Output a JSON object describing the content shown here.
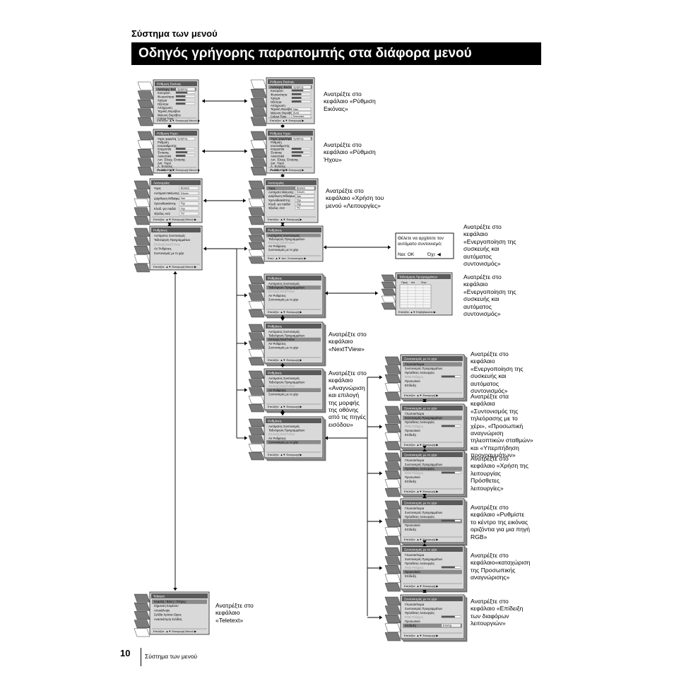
{
  "header": {
    "section": "Σύστημα των μενού",
    "title": "Οδηγός γρήγορης παραπομπής στα διάφορα μενού"
  },
  "footer": {
    "page_number": "10",
    "section": "Σύστημα των μενού"
  },
  "notes": {
    "picture": [
      "Ανατρέξτε στο",
      "κεφάλαιο «Ρύθμιση",
      "Εικόνας»"
    ],
    "sound": [
      "Ανατρέξτε στο",
      "κεφάλαιο «Ρύθμιση",
      "Ήχου»"
    ],
    "features": [
      "Ανατρέξτε στο",
      "κεφάλαιο «Χρήση του",
      "μενού «Λειτουργίες»"
    ],
    "autotune_prompt": [
      "Ανατρέξτε στο",
      "κεφάλαιο",
      "«Ενεργοποίηση της",
      "συσκευής και",
      "αυτόματος",
      "συντονισμός»"
    ],
    "programme_sort": [
      "Ανατρέξτε στο",
      "κεφάλαιο",
      "«Ενεργοποίηση της",
      "συσκευής και",
      "αυτόματος",
      "συντονισμός»"
    ],
    "nexttview": [
      "Ανατρέξτε στο",
      "κεφάλαιο",
      "«NextTView»"
    ],
    "av_labels": [
      "Ανατρέξτε στο",
      "κεφάλαιο",
      "«Αναγνώριση",
      "και επιλογή",
      "της μορφής",
      "της οθόνης",
      "από τις πηγές",
      "εισόδου»"
    ],
    "language": [
      "Ανατρέξτε στο",
      "κεφάλαιο",
      "«Ενεργοποίηση της",
      "συσκευής και",
      "αυτόματος",
      "συντονισμός»"
    ],
    "manual_tuning": [
      "Ανατρέξτε στα",
      "κεφάλαια",
      "«Συντονισμός της",
      "τηλεόρασης με το",
      "χέρι», «Προσωπική",
      "αναγνώριση",
      "τηλεοπτικών σταθμών»",
      "και «Υπερπήδηση",
      "προγραμμάτων»"
    ],
    "extra_features": [
      "Ανατρέξτε στο",
      "κεφάλαιο «Χρήση της",
      "λειτουργίας",
      "Πρόσθετες",
      "λειτουργίες»"
    ],
    "rgb_centre": [
      "Ανατρέξτε στο",
      "κεφάλαιο «Ρυθμίστε",
      "το κέντρο της εικόνας",
      "οριζόντια για μια πηγή",
      "RGB»"
    ],
    "parental_lock": [
      "Ανατρέξτε στο",
      "κεφάλαιο«καταχώριση",
      "της Προσωπικής",
      "αναγνώρισης»"
    ],
    "demo": [
      "Ανατρέξτε στο",
      "κεφάλαιο «Επίδειξη",
      "των διαφόρων",
      "λειτουργιών»"
    ],
    "teletext": [
      "Ανατρέξτε στο",
      "κεφάλαιο",
      "«Teletext»"
    ]
  },
  "dialog": {
    "question": [
      "Θέλετε να αρχίσετε τον",
      "αυτόματο συντονισμό;"
    ],
    "yes": "Ναι: OK",
    "no": "Όχι: ◀"
  },
  "menus": {
    "picture": {
      "title": "Ρύθμιση Εικόνας",
      "items": [
        "Λειτουργ. Εικόνας",
        "Κοντράστ",
        "Φωτεινότητα",
        "Χρώμα",
        "Οξύτητα",
        "Απόχρωση",
        "Τεχνική Θορύβου",
        "Μείωση Θορύβου",
        "Colour Tone"
      ],
      "left_value": "Χρήστης",
      "right_value": "Χρήστης",
      "extra_values": [
        "Nao",
        "Αυτό",
        "Κανονικό"
      ]
    },
    "sound": {
      "title": "Ρύθμιση Ήχου",
      "items": [
        "Ήχος χαμηλόμενος",
        "Ρύθμιση",
        "Ισοσταθμιστής",
        "Ισορροπία",
        "Έντασης",
        "Ακουστικά",
        "Αυτ. Έλεγχ. Έντασης",
        "Διπ. Ήχου",
        "Λ. Έντασης",
        "Λ. Διπ. Ήχου"
      ],
      "left_value": "Χρήστης",
      "right_value": "Χρήστης"
    },
    "features": {
      "title": "Λειτουργίες",
      "items": [
        "Ήχος",
        "Αυτόματο Μείωσης",
        "Διόρθωση Μ/διάφωσ",
        "Χρονοδιακόπτης",
        "Κλειδ. για παιδιά",
        "Έξοδος AV2"
      ],
      "values": [
        "Βασικό",
        "Κλειστ.",
        "Ναι",
        "Όχι",
        "Όχι",
        "TV"
      ]
    },
    "setup": {
      "title": "Ρυθμίσεις",
      "items": [
        "Αυτόματος Συντονισμός",
        "Ταξινόμηση Προγραμμάτων",
        "Επιλογή NextTView",
        "AV Ρυθμίσεις",
        "Συντονισμός με το χέρι"
      ]
    },
    "sort": {
      "title": "Ταξινόμηση Προγραμμάτων",
      "headers": [
        "Προγ",
        "Απ",
        "Στην"
      ],
      "footer": "Επιλέξτε: ▲▼  Επιβεβαιώστε ▶"
    },
    "manual": {
      "title": "Συντονισμός με το χέρι",
      "items": [
        "Γλώσσα/Χώρα",
        "Συντονισμός Προγραμμάτων",
        "Πρόσθετες Λειτουργίες",
        "RGB Ρύθμιση",
        "Προσωπικό",
        "Επίδειξη"
      ],
      "demo_value": "Επιστρ."
    },
    "teletext": {
      "title": "Teletext",
      "items": [
        "Κεφαλή / Βάση / Πλήρης",
        "Σήμανση Κειμένου",
        "Αποκάλυψη",
        "Σελίδα Χρόνου Ώρας",
        "Ανασκόπηση Σελίδας"
      ]
    },
    "footers": {
      "main": "Επιλέξτε: ▲▼  Εισαγωγή Μενού ▶",
      "sub": "Επιλέξτε: ▲▼  Εισαγωγή ▶",
      "autotune": "Επιλ. ▲▼  Αυτ. Συντονισμός ▶"
    }
  }
}
